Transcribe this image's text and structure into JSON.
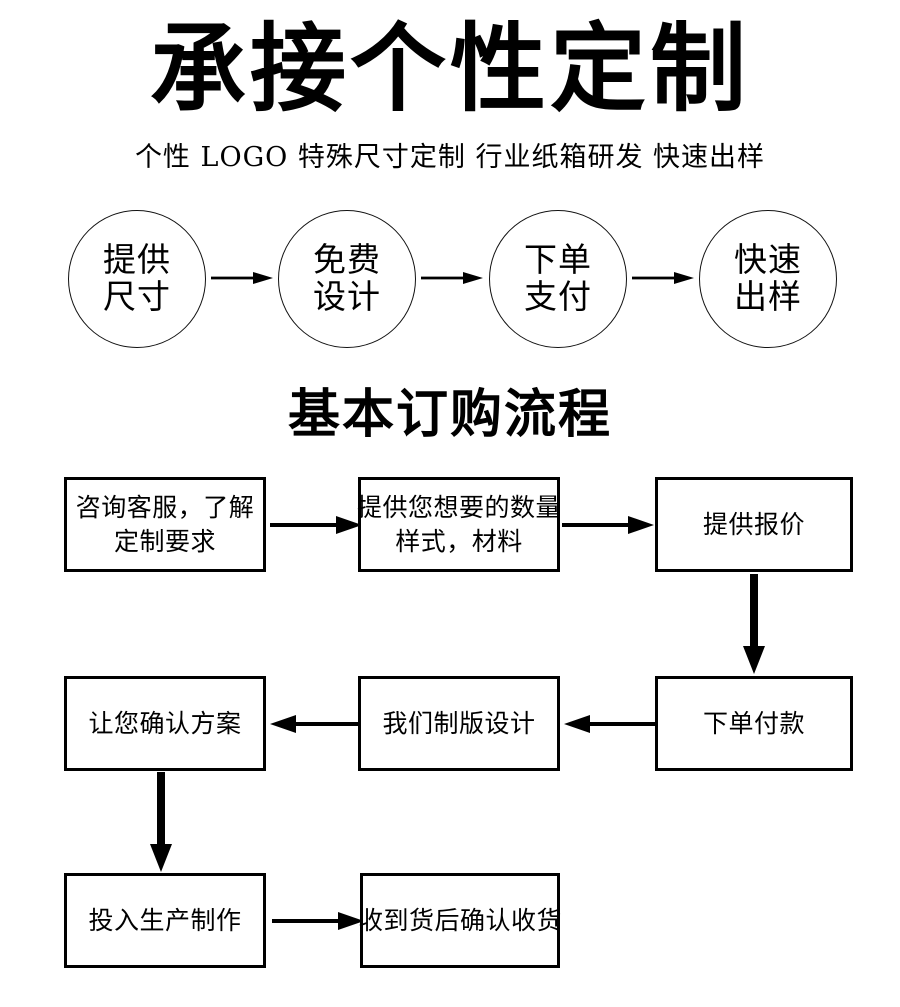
{
  "header": {
    "title": "承接个性定制",
    "subtitle": "个性 LOGO 特殊尺寸定制 行业纸箱研发 快速出样"
  },
  "circle_flow": {
    "steps": [
      {
        "line1": "提供",
        "line2": "尺寸"
      },
      {
        "line1": "免费",
        "line2": "设计"
      },
      {
        "line1": "下单",
        "line2": "支付"
      },
      {
        "line1": "快速",
        "line2": "出样"
      }
    ],
    "connector_icon": "arrow-right-icon"
  },
  "section": {
    "heading": "基本订购流程"
  },
  "flowchart": {
    "boxes": [
      {
        "id": "consult",
        "line1": "咨询客服，了解",
        "line2": "定制要求"
      },
      {
        "id": "specs",
        "line1": "提供您想要的数量",
        "line2": "样式，材料"
      },
      {
        "id": "quote",
        "line1": "提供报价",
        "line2": ""
      },
      {
        "id": "confirm",
        "line1": "让您确认方案",
        "line2": ""
      },
      {
        "id": "design",
        "line1": "我们制版设计",
        "line2": ""
      },
      {
        "id": "pay",
        "line1": "下单付款",
        "line2": ""
      },
      {
        "id": "produce",
        "line1": "投入生产制作",
        "line2": ""
      },
      {
        "id": "receive",
        "line1": "收到货后确认收货",
        "line2": ""
      }
    ],
    "arrows": [
      {
        "id": "consult-specs",
        "icon": "arrow-right-icon"
      },
      {
        "id": "specs-quote",
        "icon": "arrow-right-icon"
      },
      {
        "id": "quote-pay",
        "icon": "arrow-down-icon"
      },
      {
        "id": "pay-design",
        "icon": "arrow-left-icon"
      },
      {
        "id": "design-confirm",
        "icon": "arrow-left-icon"
      },
      {
        "id": "confirm-produce",
        "icon": "arrow-down-icon"
      },
      {
        "id": "produce-receive",
        "icon": "arrow-right-icon"
      }
    ]
  },
  "colors": {
    "background": "#ffffff",
    "ink": "#000000",
    "circle_stroke": "#111111"
  }
}
